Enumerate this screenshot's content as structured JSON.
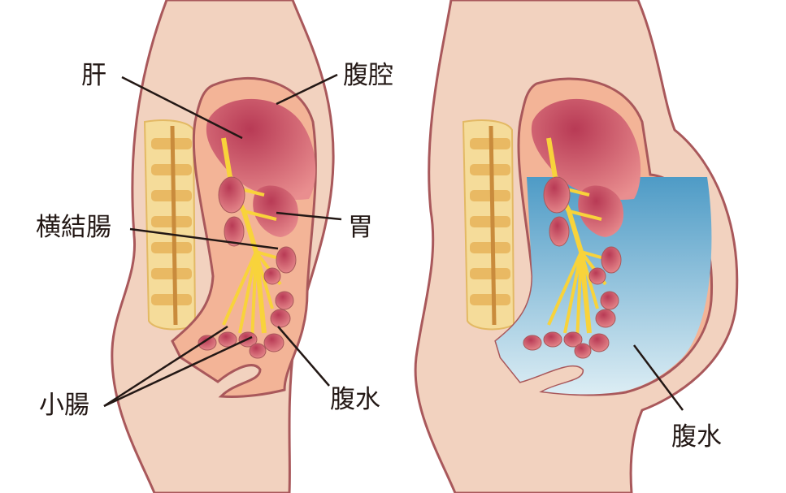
{
  "labels": {
    "liver": "肝",
    "peritoneal_cavity": "腹腔",
    "transverse_colon": "横結腸",
    "stomach": "胃",
    "small_intestine": "小腸",
    "ascites_left": "腹水",
    "ascites_right": "腹水"
  },
  "colors": {
    "skin": "#f2d2bf",
    "outline": "#a9585b",
    "cavity": "#f3b497",
    "organ": "#e4848a",
    "organ_dark": "#b83a55",
    "spine": "#f5dc9a",
    "nerve": "#f8d33b",
    "ascites_top": "#4e9bc6",
    "ascites_bottom": "#d9ecf4",
    "text": "#231815"
  }
}
